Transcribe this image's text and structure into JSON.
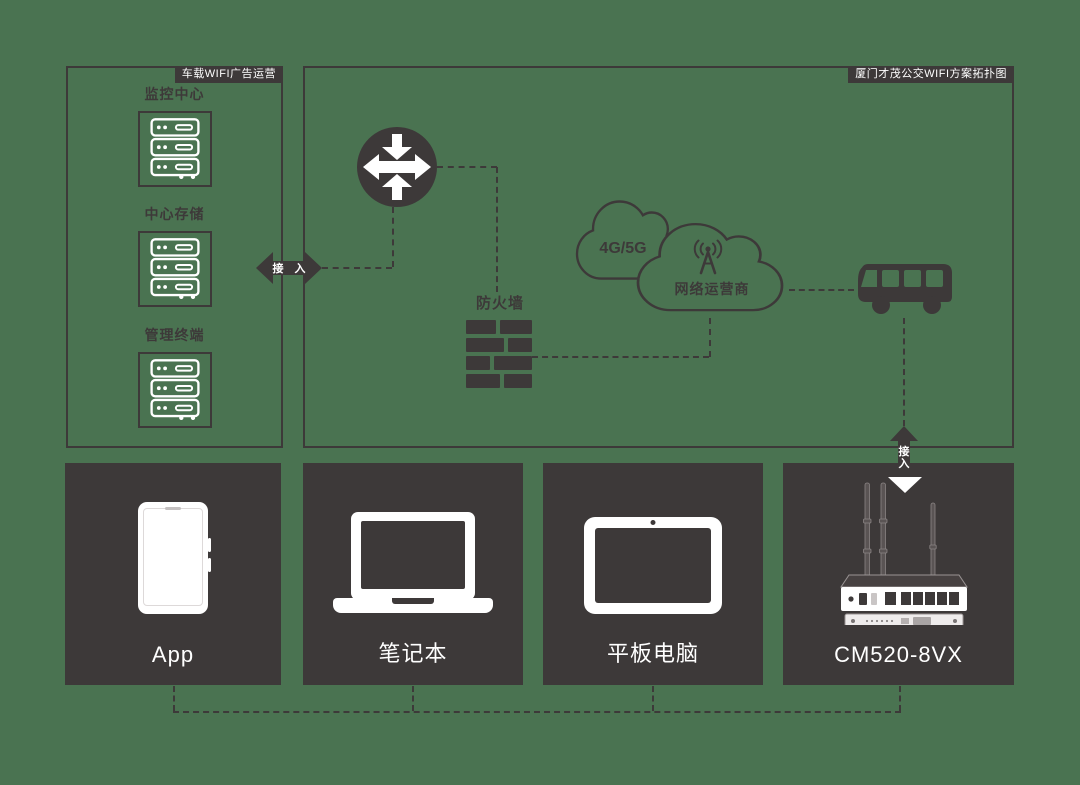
{
  "colors": {
    "background": "#4a7351",
    "ink": "#3d3939",
    "white": "#ffffff"
  },
  "ad_panel": {
    "badge": "车载WIFI广告运营",
    "server_groups": [
      {
        "label": "监控中心",
        "icon": "server-rack-icon"
      },
      {
        "label": "中心存储",
        "icon": "server-rack-icon"
      },
      {
        "label": "管理终端",
        "icon": "server-rack-icon"
      }
    ]
  },
  "topology_panel": {
    "badge": "厦门才茂公交WIFI方案拓扑图",
    "router_icon": "router-cross-icon",
    "firewall": {
      "label": "防火墙",
      "icon": "firewall-bricks-icon"
    },
    "clouds": {
      "cellular_label": "4G/5G",
      "carrier_label": "网络运营商",
      "antenna_icon": "antenna-icon",
      "cloud_icon": "cloud-icon"
    },
    "bus_icon": "bus-icon"
  },
  "access_links": {
    "left_label": "接 入",
    "right_label_top": "接",
    "right_label_bottom": "入"
  },
  "devices": [
    {
      "label": "App",
      "icon": "smartphone-icon"
    },
    {
      "label": "笔记本",
      "icon": "laptop-icon"
    },
    {
      "label": "平板电脑",
      "icon": "tablet-icon"
    },
    {
      "label": "CM520-8VX",
      "icon": "wireless-router-icon"
    }
  ]
}
